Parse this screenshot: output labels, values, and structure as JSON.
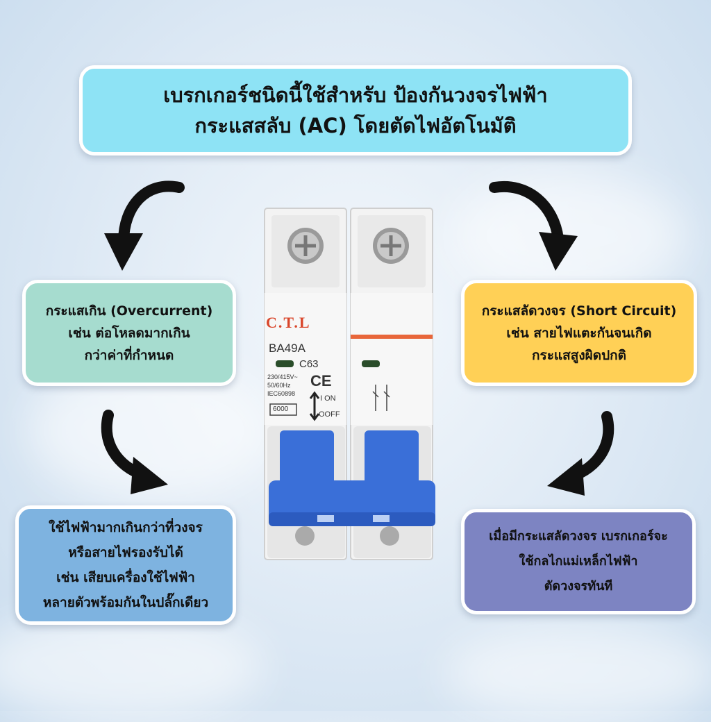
{
  "headline": {
    "line1": "เบรกเกอร์ชนิดนี้ใช้สำหรับ ป้องกันวงจรไฟฟ้า",
    "line2": "กระแสสลับ (AC) โดยตัดไฟอัตโนมัติ"
  },
  "overcurrent": {
    "title": "กระแสเกิน (Overcurrent)",
    "line1": "เช่น ต่อโหลดมากเกิน",
    "line2": "กว่าค่าที่กำหนด"
  },
  "short_circuit": {
    "title": "กระแสลัดวงจร (Short Circuit)",
    "line1": "เช่น สายไฟแตะกันจนเกิด",
    "line2": "กระแสสูงผิดปกติ"
  },
  "overload_action": {
    "line1": "ใช้ไฟฟ้ามากเกินกว่าที่วงจร",
    "line2": "หรือสายไฟรองรับได้",
    "line3": "เช่น เสียบเครื่องใช้ไฟฟ้า",
    "line4": "หลายตัวพร้อมกันในปลั๊กเดียว"
  },
  "short_circuit_action": {
    "line1": "เมื่อมีกระแสลัดวงจร เบรกเกอร์จะ",
    "line2": "ใช้กลไกแม่เหล็กไฟฟ้า",
    "line3": "ตัดวงจรทันที"
  },
  "breaker": {
    "brand": "C.T.L",
    "model": "BA49A",
    "rating": "C63",
    "voltage": "230/415V~",
    "frequency": "50/60Hz",
    "standard": "IEC60898",
    "ce_mark": "CE",
    "on_label": "I ON",
    "off_label": "OOFF",
    "capacity": "6000"
  },
  "colors": {
    "headline_bg": "#8ee3f5",
    "overcurrent_bg": "#a6dccf",
    "short_circuit_bg": "#ffd056",
    "overload_bg": "#7eb3e0",
    "short_circuit_action_bg": "#7d84c2",
    "breaker_handle": "#3a6fd8",
    "brand_red": "#d9452a"
  }
}
